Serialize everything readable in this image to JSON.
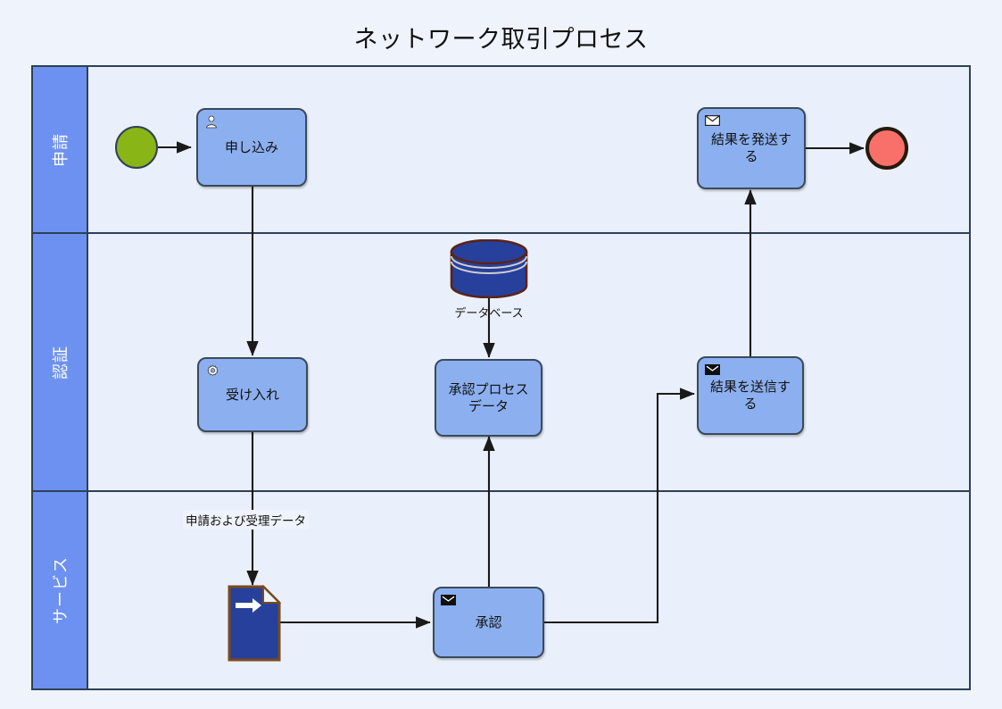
{
  "diagram": {
    "title": "ネットワーク取引プロセス",
    "type": "bpmn-swimlane",
    "colors": {
      "background": "#eef3fc",
      "lane_background": "#eaf0fb",
      "lane_header": "#6d91f0",
      "task_fill": "#8cb0ef",
      "task_border": "#3a4a5c",
      "start_event": "#8ab517",
      "end_event": "#f9706a",
      "database_fill": "#27409b",
      "database_border": "#5c2318",
      "data_object_fill": "#27409b",
      "data_object_border": "#7a4a1e",
      "edge": "#1a1a1a"
    }
  },
  "lanes": [
    {
      "id": "lane-application",
      "label": "申請"
    },
    {
      "id": "lane-authentication",
      "label": "認証"
    },
    {
      "id": "lane-service",
      "label": "サービス"
    }
  ],
  "nodes": {
    "start_event": {
      "label": "",
      "type": "start-event",
      "lane": "申請"
    },
    "task_apply": {
      "label": "申し込み",
      "type": "user-task",
      "icon": "user-icon",
      "lane": "申請"
    },
    "task_send_result": {
      "label": "結果を発送する",
      "type": "send-task",
      "icon": "envelope-outline-icon",
      "lane": "申請"
    },
    "end_event": {
      "label": "",
      "type": "end-event",
      "lane": "申請"
    },
    "task_accept": {
      "label": "受け入れ",
      "type": "service-task",
      "icon": "gear-icon",
      "lane": "認証"
    },
    "task_approval_data": {
      "label": "承認プロセスデータ",
      "type": "task",
      "icon": "",
      "lane": "認証"
    },
    "task_transmit": {
      "label": "結果を送信する",
      "type": "send-task",
      "icon": "envelope-filled-icon",
      "lane": "認証"
    },
    "database": {
      "label": "データベース",
      "type": "data-store",
      "icon": "database-icon",
      "lane": "認証"
    },
    "data_object": {
      "label": "",
      "type": "data-input",
      "icon": "document-arrow-icon",
      "lane": "サービス"
    },
    "task_approve": {
      "label": "承認",
      "type": "send-task",
      "icon": "envelope-filled-icon",
      "lane": "サービス"
    }
  },
  "flow_labels": {
    "application_and_acceptance_data": "申請および受理データ"
  }
}
